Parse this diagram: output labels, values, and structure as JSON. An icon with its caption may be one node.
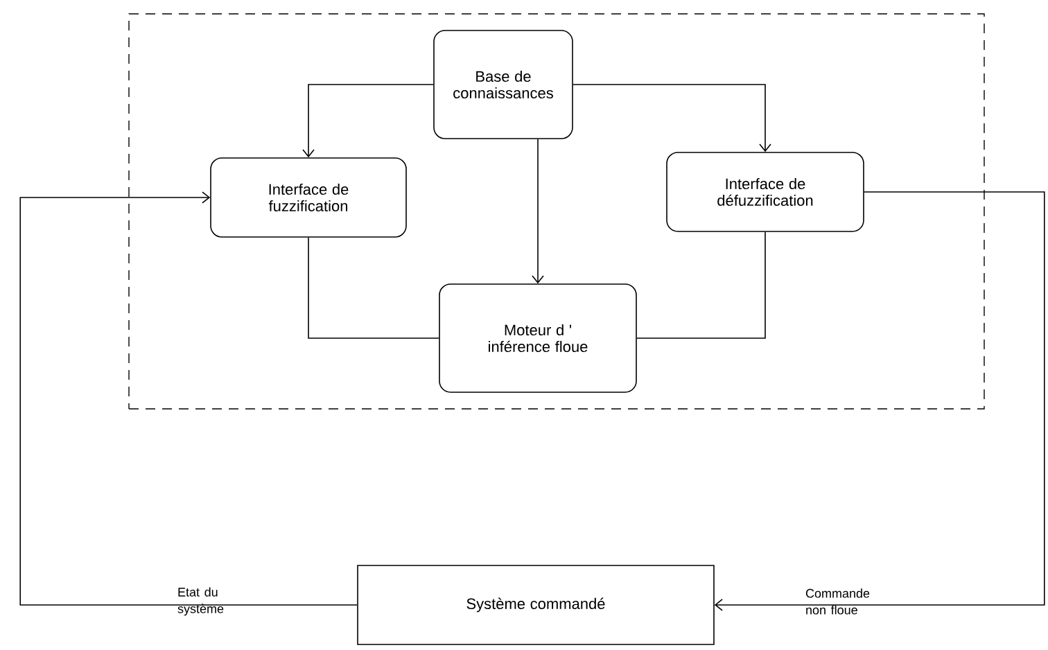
{
  "diagram": {
    "nodes": [
      {
        "text": [],
        "shape": "box"
      },
      {
        "text": [
          "Base de connaissances"
        ],
        "in": 0
      },
      {
        "text": [
          "Interface de fuzzification"
        ],
        "in": 0
      },
      {
        "text": [
          "Interface de défuzzification"
        ],
        "in": 0
      },
      {
        "text": [
          "Moteur d ' inférence floue"
        ],
        "in": 0
      },
      {
        "text": [
          "Système commandé"
        ]
      }
    ],
    "edges": [
      {
        "from": 1,
        "to": 2,
        "arrow": "to"
      },
      {
        "from": 1,
        "to": 3,
        "arrow": "to"
      },
      {
        "from": 1,
        "to": 4,
        "arrow": "to"
      },
      {
        "from": 2,
        "to": 4,
        "arrow": "none"
      },
      {
        "from": 4,
        "to": 3,
        "arrow": "none"
      },
      {
        "from": 3,
        "to": 5,
        "arrow": "to",
        "label": "Commande non floue"
      },
      {
        "from": 5,
        "to": 2,
        "arrow": "to",
        "label": "Etat du système"
      }
    ]
  }
}
